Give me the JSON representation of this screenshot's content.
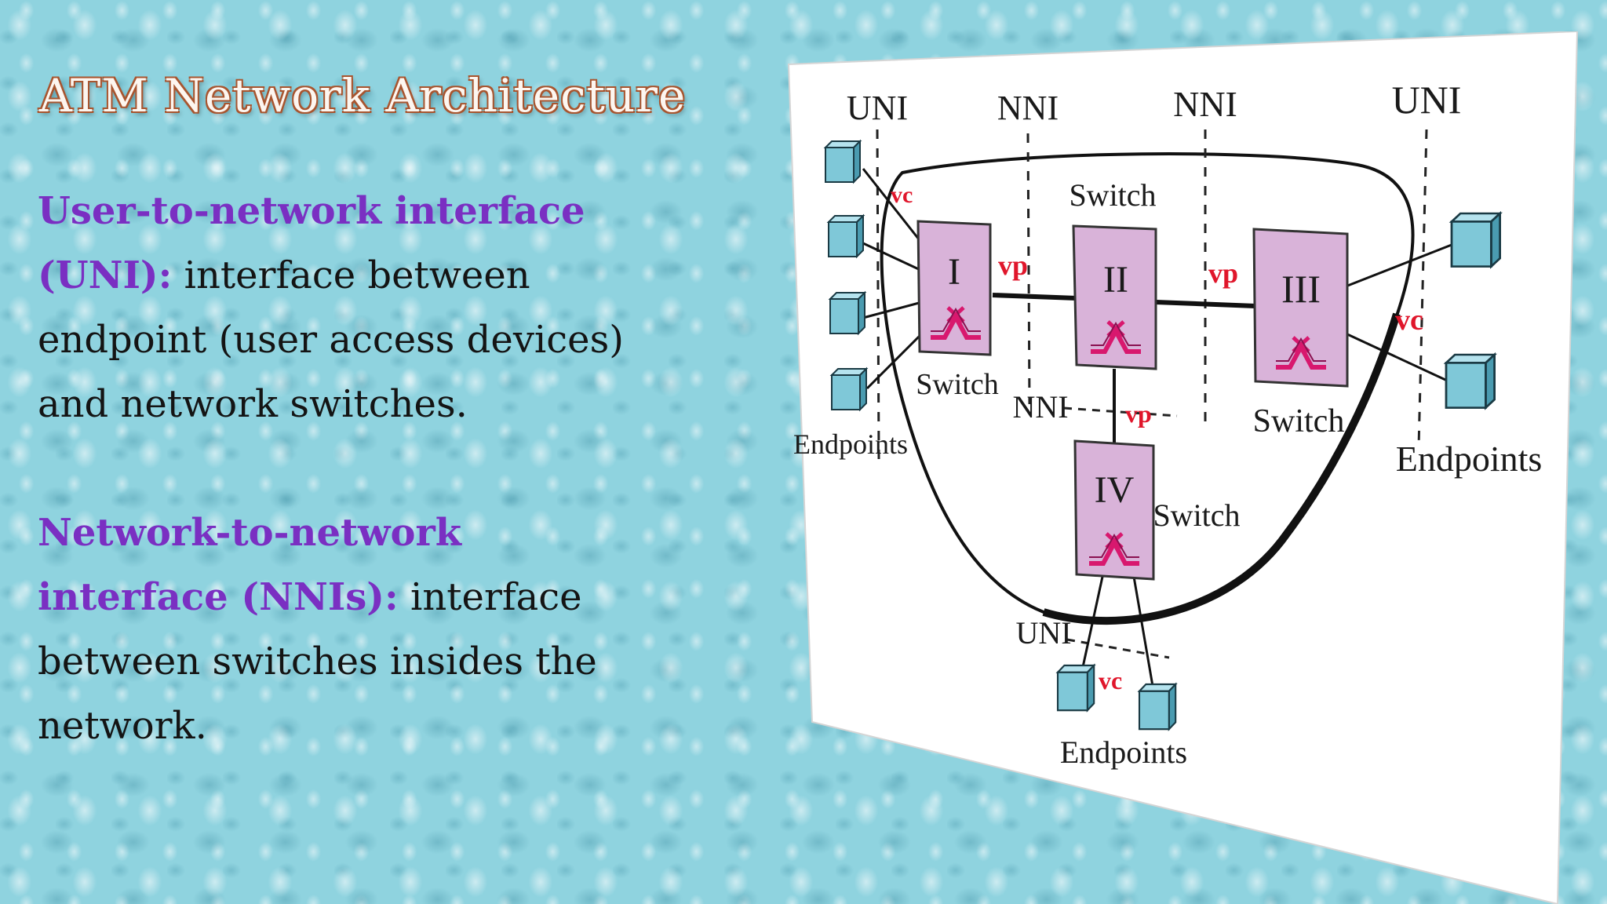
{
  "slide": {
    "title": "ATM Network Architecture",
    "definitions": [
      {
        "term": "User-to-network interface (UNI):",
        "text": " interface between endpoint (user access devices) and network switches."
      },
      {
        "term": "Network-to-network interface (NNIs):",
        "text": " interface between switches insides the network."
      }
    ]
  },
  "diagram": {
    "interface_labels": [
      "UNI",
      "NNI",
      "NNI",
      "UNI",
      "NNI",
      "UNI"
    ],
    "switches": [
      {
        "numeral": "I",
        "label": "Switch"
      },
      {
        "numeral": "II",
        "label": "Switch"
      },
      {
        "numeral": "III",
        "label": "Switch"
      },
      {
        "numeral": "IV",
        "label": "Switch"
      }
    ],
    "connection_labels": [
      "vc",
      "vp",
      "vp",
      "vc",
      "vp",
      "vc"
    ],
    "endpoint_groups": [
      "Endpoints",
      "Endpoints",
      "Endpoints"
    ],
    "colors": {
      "switch_fill": "#d9b3d9",
      "endpoint_fill": "#7fc8d8",
      "connection_label": "#e0162b",
      "crossbar": "#d8186e"
    }
  }
}
